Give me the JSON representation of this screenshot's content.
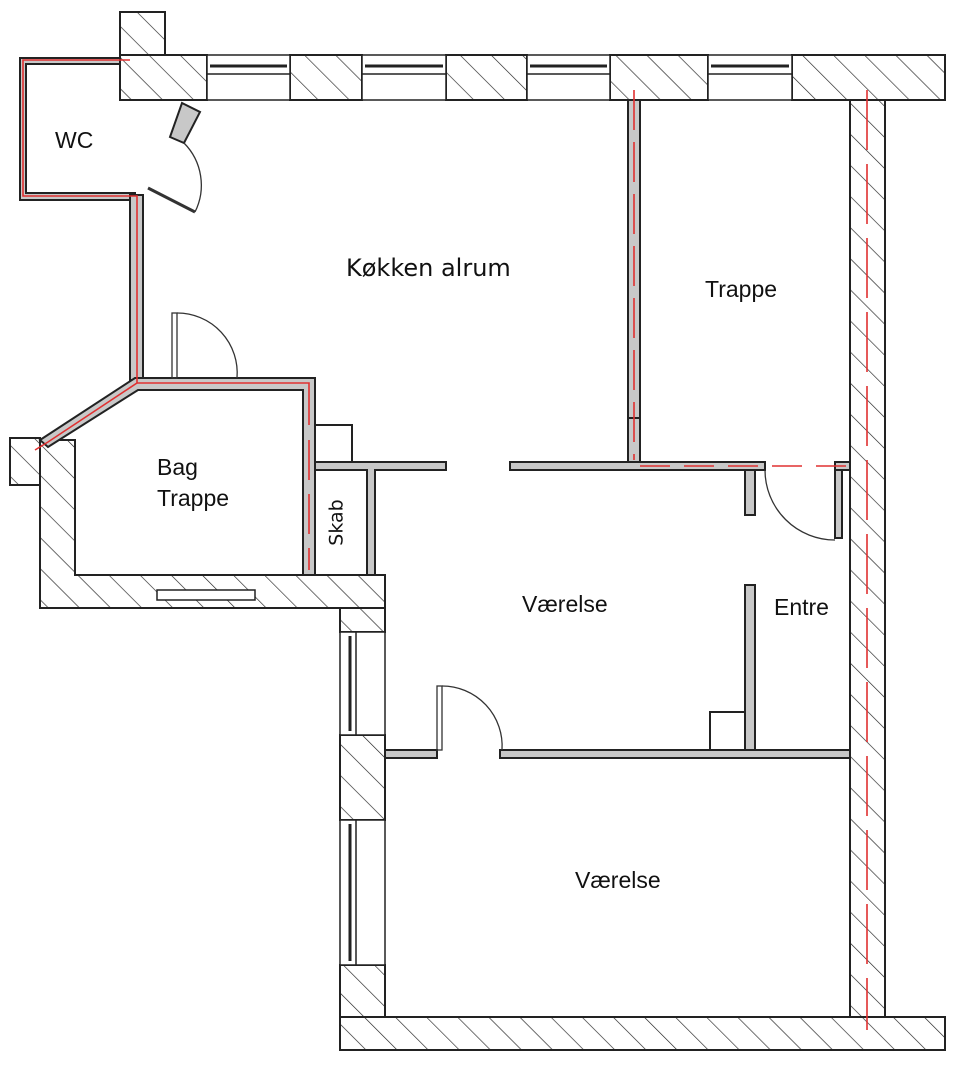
{
  "rooms": {
    "wc": "WC",
    "kitchen": "Køkken alrum",
    "stairs": "Trappe",
    "back_stairs_line1": "Bag",
    "back_stairs_line2": "Trappe",
    "closet": "Skab",
    "room1": "Værelse",
    "entrance": "Entre",
    "room2": "Værelse"
  },
  "colors": {
    "wall_fill": "#c8c8c8",
    "wall_line": "#222222",
    "marker": "#e03030"
  }
}
